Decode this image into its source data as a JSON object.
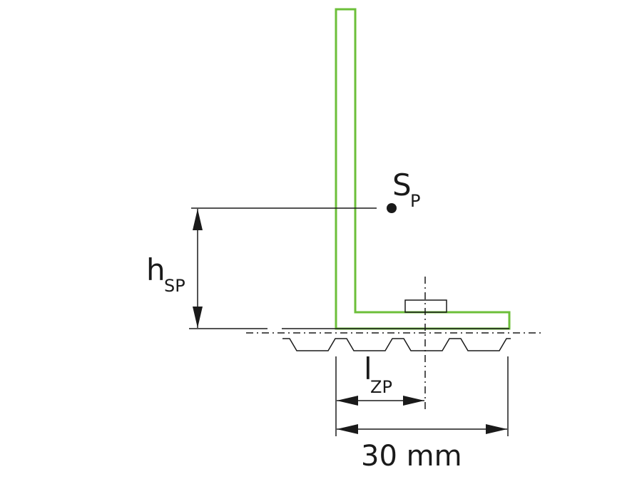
{
  "labels": {
    "centroid_main": "S",
    "centroid_sub": "P",
    "height_main": "h",
    "height_sub": "SP",
    "lever_main": "l",
    "lever_sub": "ZP",
    "width_dim": "30 mm"
  },
  "colors": {
    "profile": "#6cbf3a",
    "lines": "#1a1a1a"
  }
}
